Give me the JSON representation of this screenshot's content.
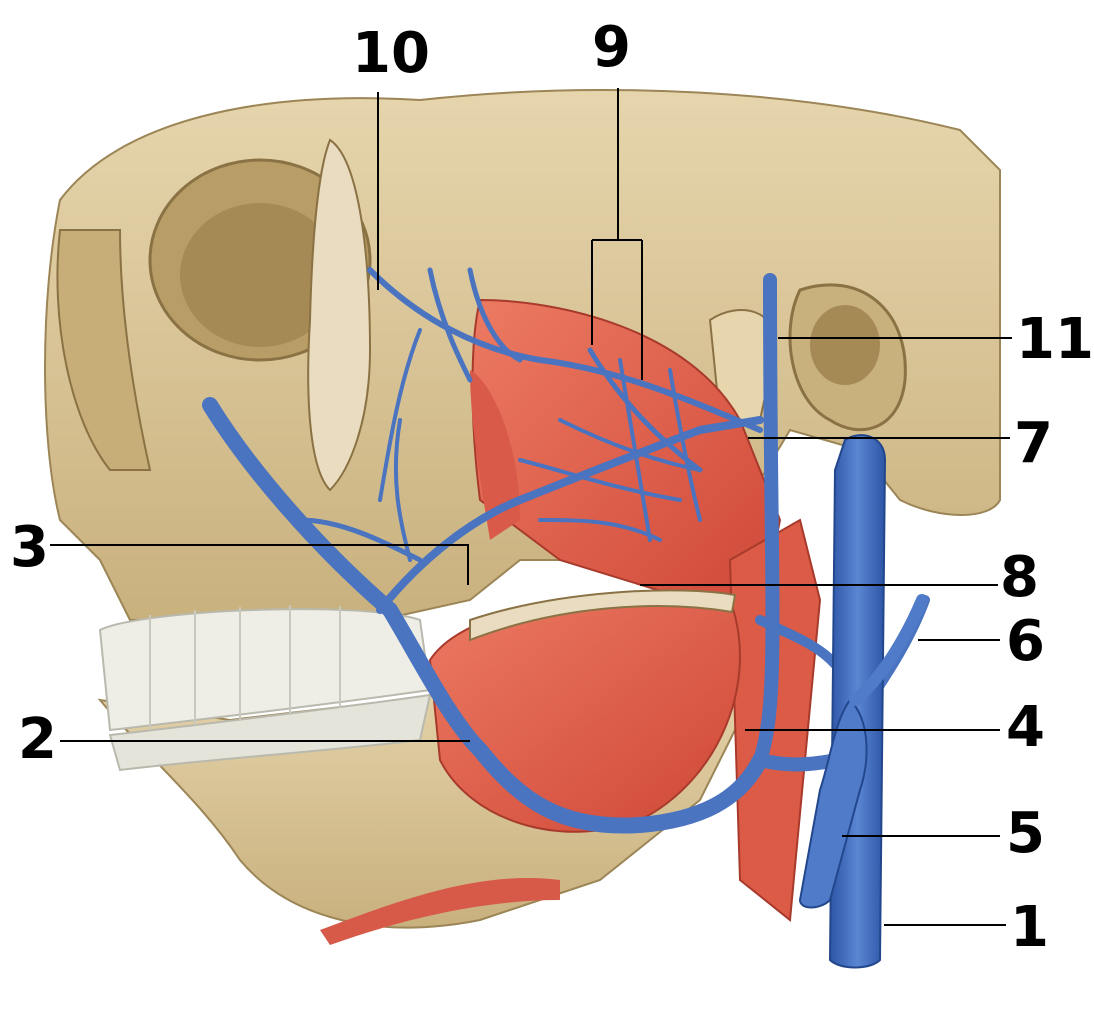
{
  "labels": {
    "l1": "1",
    "l2": "2",
    "l3": "3",
    "l4": "4",
    "l5": "5",
    "l6": "6",
    "l7": "7",
    "l8": "8",
    "l9": "9",
    "l10": "10",
    "l11": "11"
  },
  "colors": {
    "bone": "#d9c49a",
    "bone_shadow": "#b8a06d",
    "muscle": "#e0594a",
    "vein": "#4a73c0",
    "vein_dark": "#2c4f96",
    "teeth": "#eeeee6",
    "leader_line": "#000000"
  }
}
